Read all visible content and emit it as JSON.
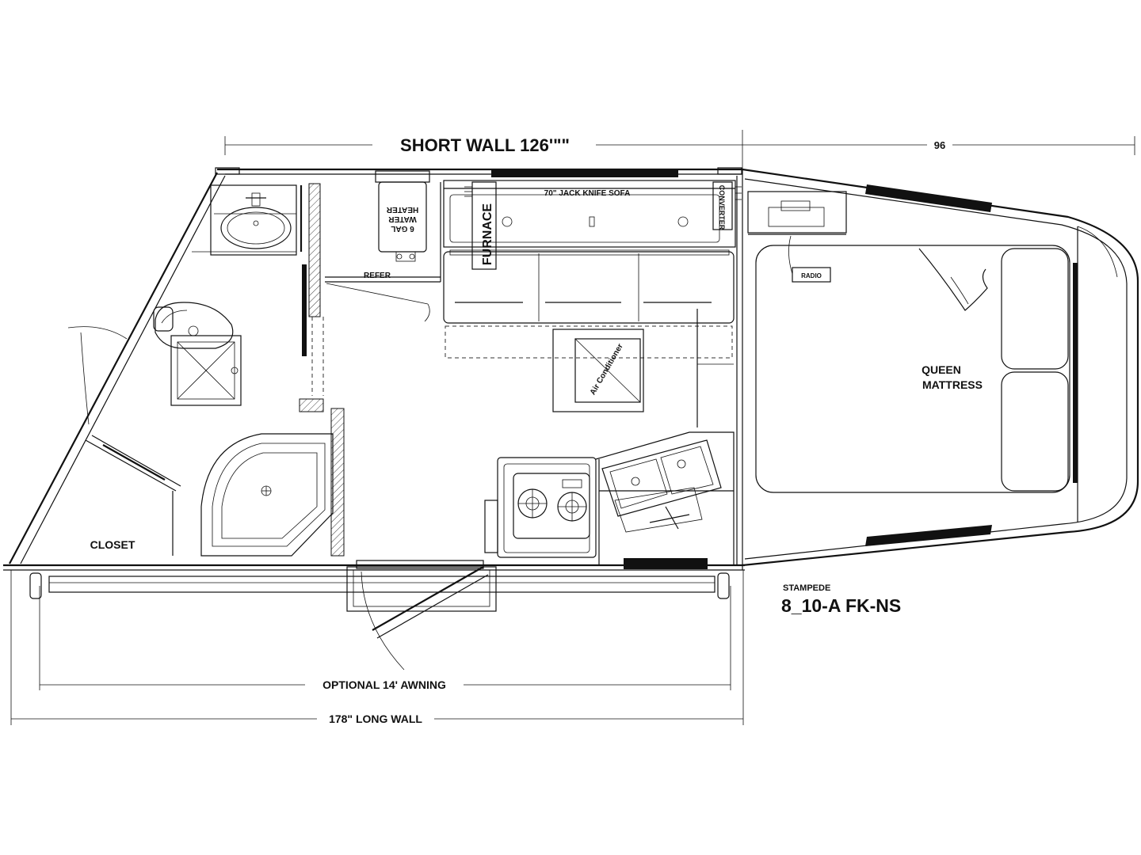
{
  "dimensions": {
    "short_wall": "SHORT WALL 126'\"\"",
    "nose_width": "96",
    "awning": "OPTIONAL 14' AWNING",
    "long_wall": "178\" LONG WALL"
  },
  "rooms": {
    "sofa": "70\" JACK KNIFE SOFA",
    "furnace": "FURNACE",
    "converter": "CONVERTER",
    "water_heater_1": "6 GAL",
    "water_heater_2": "WATER",
    "water_heater_3": "HEATER",
    "refer": "REFER",
    "radio": "RADIO",
    "air_conditioner": "Air Conditioner",
    "mattress_1": "QUEEN",
    "mattress_2": "MATTRESS",
    "closet": "CLOSET"
  },
  "model": {
    "brand": "STAMPEDE",
    "code": "8_10-A FK-NS"
  }
}
